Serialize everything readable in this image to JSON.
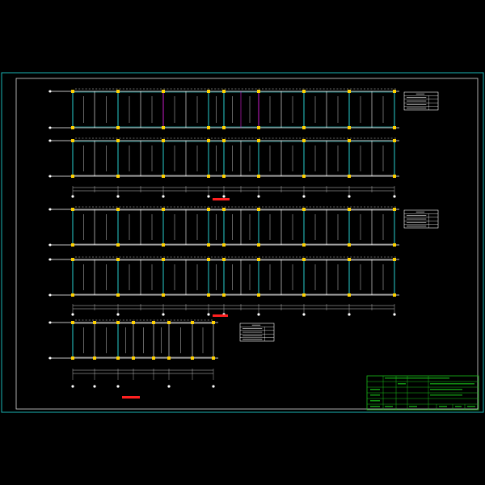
{
  "colors": {
    "background": "#000000",
    "outer_frame": "#1ab4b4",
    "inner_frame": "#d9d9d9",
    "axis_line": "#ffffff",
    "beam": "#ffffff",
    "cyan_beam": "#2ee6e6",
    "magenta_beam": "#e020e0",
    "column": "#ffd200",
    "section_mark": "#ff2020",
    "title_block": "#18c018",
    "dimension": "#d0d0d0"
  },
  "sheet": {
    "plans": [
      {
        "name": "floor-plan-upper",
        "section_mark": ""
      },
      {
        "name": "floor-plan-middle",
        "section_mark": ""
      },
      {
        "name": "floor-plan-lower",
        "section_mark": ""
      }
    ],
    "legend_tables": [
      {
        "title": "",
        "rows": [
          "",
          "",
          "",
          ""
        ]
      },
      {
        "title": "",
        "rows": [
          "",
          "",
          "",
          ""
        ]
      },
      {
        "title": "",
        "rows": [
          "",
          "",
          "",
          ""
        ]
      }
    ]
  },
  "title_block": {
    "project_name": "",
    "sheet_title": "",
    "drawing_no": "",
    "cells": [
      "",
      "",
      "",
      "",
      "",
      "",
      "",
      "",
      "",
      ""
    ]
  }
}
